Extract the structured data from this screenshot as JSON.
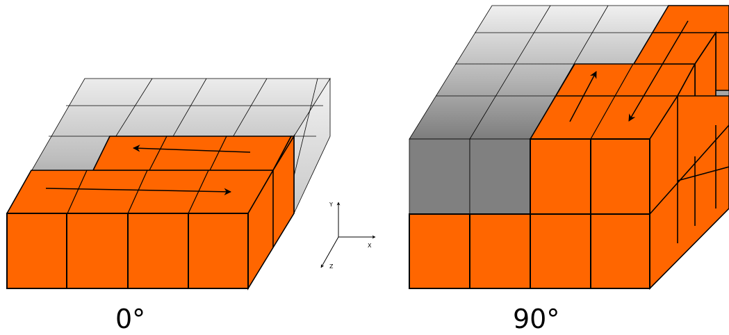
{
  "diagram": {
    "left_caption": "0°",
    "right_caption": "90°",
    "axes": {
      "x": "X",
      "y": "Y",
      "z": "Z"
    },
    "colors": {
      "filled": "#ff6600",
      "empty_light": "#e6e6e6",
      "empty_dark": "#808080",
      "stroke": "#000000"
    }
  }
}
